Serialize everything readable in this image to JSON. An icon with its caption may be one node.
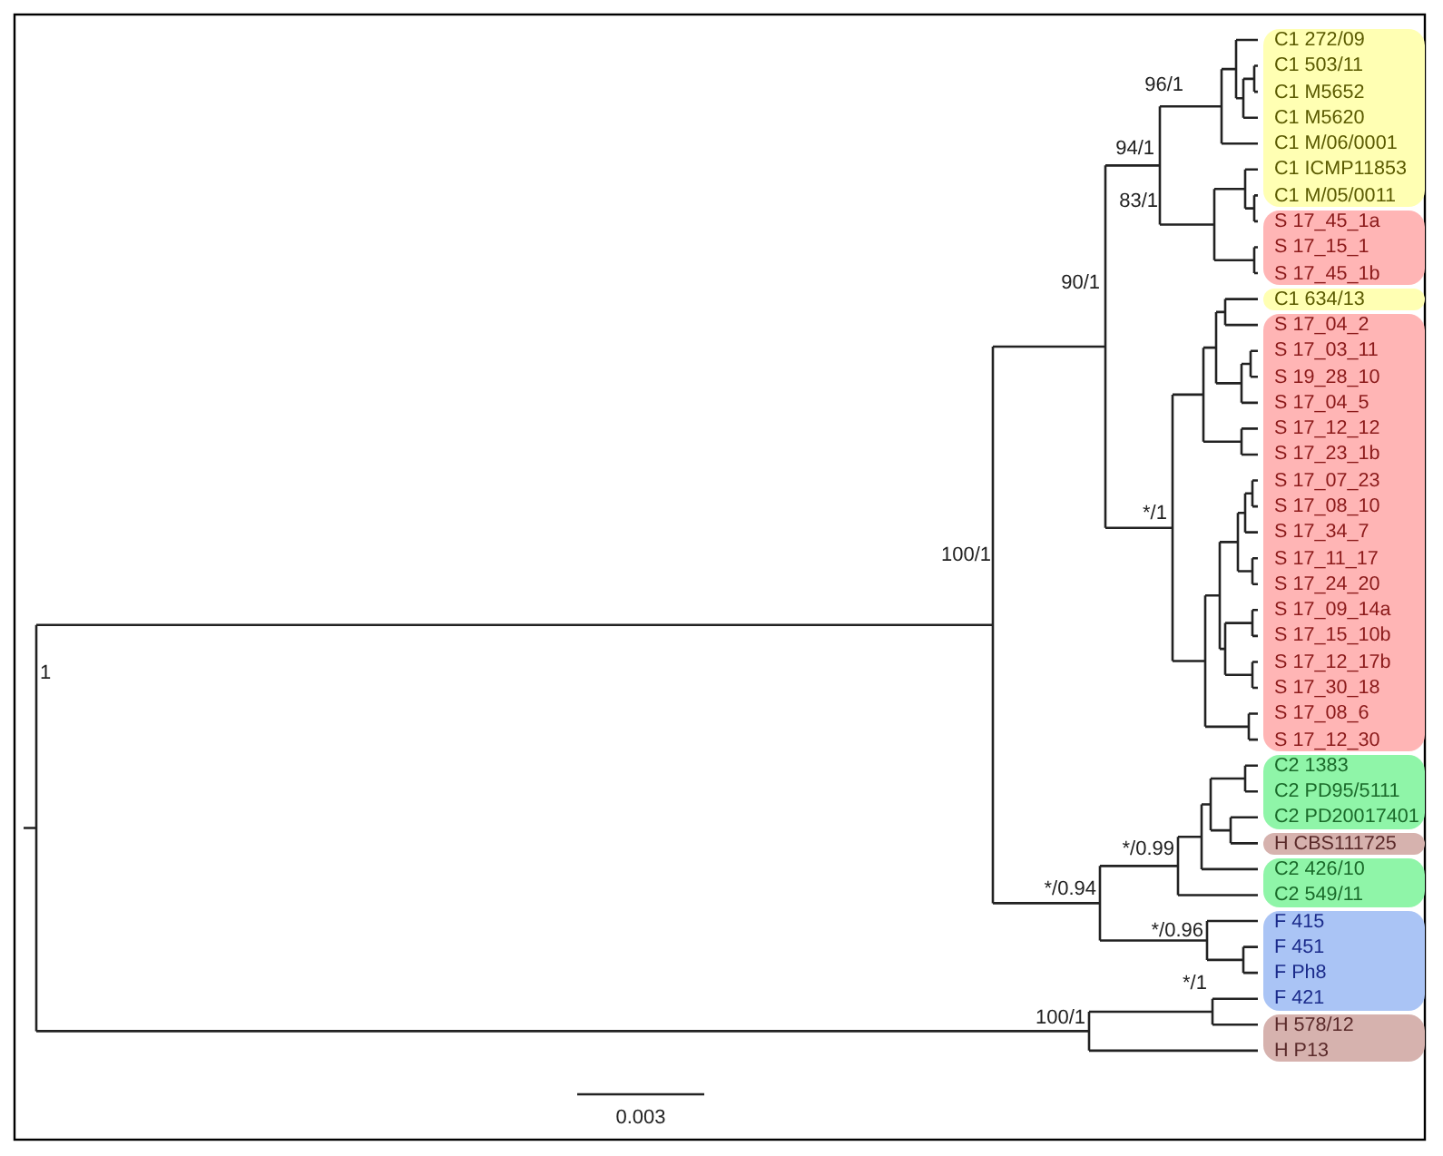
{
  "diagram": {
    "nodes": [
      {
        "text": [
          "C1 272/09",
          "C1 503/11",
          "C1 M5652",
          "C1 M5620",
          "C1 M/06/0001",
          "C1 ICMP11853",
          "C1 M/05/0011"
        ]
      },
      {
        "text": [
          "S 17_45_1a",
          "S 17_15_1",
          "S 17_45_1b"
        ]
      },
      {
        "text": [
          "C1 634/13"
        ]
      },
      {
        "text": [
          "S 17_04_2",
          "S 17_03_11",
          "S 19_28_10",
          "S 17_04_5",
          "S 17_12_12",
          "S 17_23_1b",
          "S 17_07_23",
          "S 17_08_10",
          "S 17_34_7",
          "S 17_11_17",
          "S 17_24_20",
          "S 17_09_14a",
          "S 17_15_10b",
          "S 17_12_17b",
          "S 17_30_18",
          "S 17_08_6",
          "S 17_12_30"
        ]
      },
      {
        "text": [
          "C2 1383",
          "C2 PD95/5111",
          "C2 PD20017401"
        ]
      },
      {
        "text": [
          "H CBS111725"
        ]
      },
      {
        "text": [
          "C2 426/10",
          "C2 549/11"
        ]
      },
      {
        "text": [
          "F 415",
          "F 451",
          "F Ph8",
          "F 421"
        ]
      },
      {
        "text": [
          "H 578/12",
          "H P13"
        ]
      }
    ],
    "labels": [
      "96/1",
      "94/1",
      "83/1",
      "90/1",
      "*/1",
      "100/1",
      "*/0.99",
      "*/0.94",
      "*/0.96",
      "*/1",
      "100/1",
      "1",
      "0.003"
    ]
  }
}
